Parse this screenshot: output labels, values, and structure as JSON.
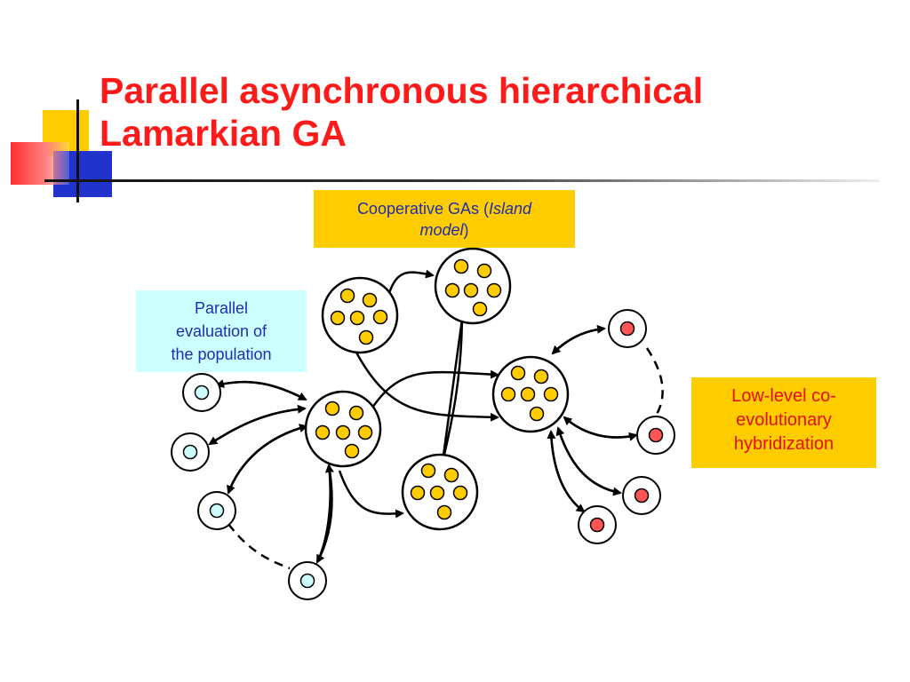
{
  "title": {
    "line1": "Parallel asynchronous hierarchical",
    "line2": "Lamarkian GA"
  },
  "labels": {
    "cooperative": {
      "prefix": "Cooperative GAs (",
      "italic": "Island",
      "italic2": "model",
      "suffix": ")"
    },
    "parallel": {
      "line1": "Parallel",
      "line2": "evaluation of",
      "line3": "the population"
    },
    "lowlevel": {
      "line1": "Low-level co-",
      "line2": "evolutionary",
      "line3": "hybridization"
    }
  },
  "colors": {
    "title": "#ff1a1a",
    "island_box": "#ffcc00",
    "parallel_box": "#ccffff",
    "lowlevel_box": "#ffcc00",
    "individual_fill": "#ffcc00",
    "evaluator_fill": "#ccffff",
    "hybrid_fill": "#ff5555",
    "box_text_blue": "#1f2db0",
    "box_text_red": "#e01010"
  }
}
